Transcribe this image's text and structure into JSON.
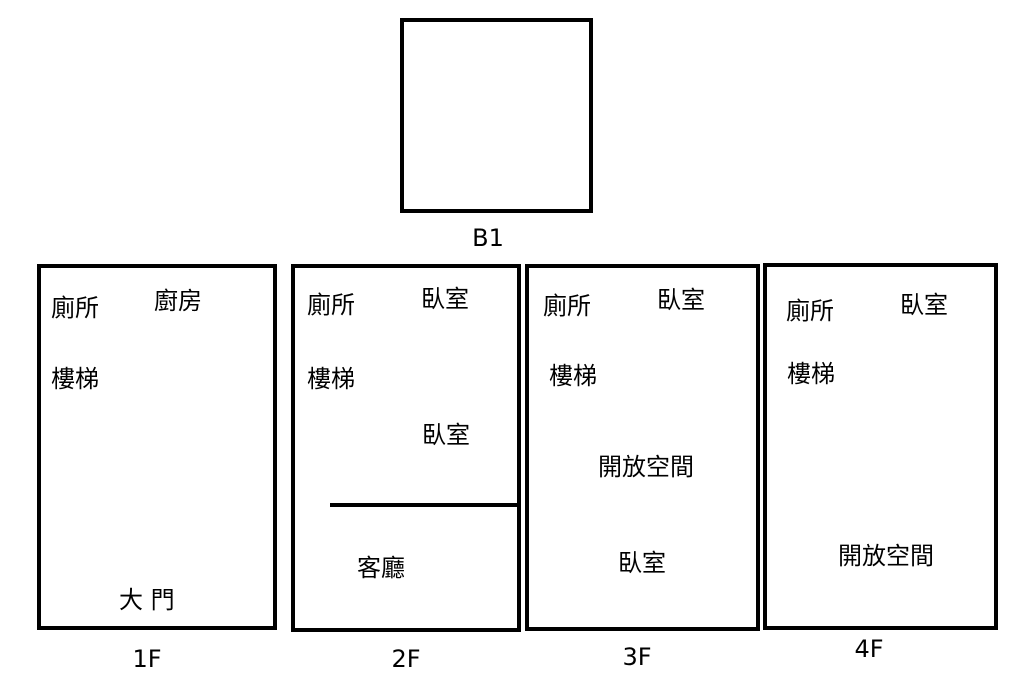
{
  "floors": {
    "b1": {
      "label": "B1",
      "rooms": []
    },
    "f1": {
      "label": "1F",
      "rooms": [
        "廁所",
        "廚房",
        "樓梯",
        "大 門"
      ]
    },
    "f2": {
      "label": "2F",
      "rooms": [
        "廁所",
        "臥室",
        "樓梯",
        "臥室",
        "客廳"
      ]
    },
    "f3": {
      "label": "3F",
      "rooms": [
        "廁所",
        "臥室",
        "樓梯",
        "開放空間",
        "臥室"
      ]
    },
    "f4": {
      "label": "4F",
      "rooms": [
        "廁所",
        "臥室",
        "樓梯",
        "開放空間"
      ]
    }
  }
}
